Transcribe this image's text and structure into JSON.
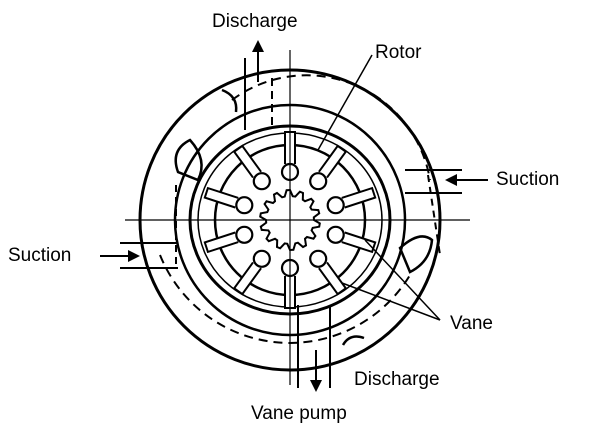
{
  "labels": {
    "discharge_top": "Discharge",
    "rotor": "Rotor",
    "suction_right": "Suction",
    "suction_left": "Suction",
    "vane": "Vane",
    "discharge_bottom": "Discharge",
    "caption": "Vane pump"
  },
  "colors": {
    "ink": "#000000",
    "paper": "#ffffff"
  },
  "rotor": {
    "vane_count": 10,
    "spline_teeth": 14
  }
}
